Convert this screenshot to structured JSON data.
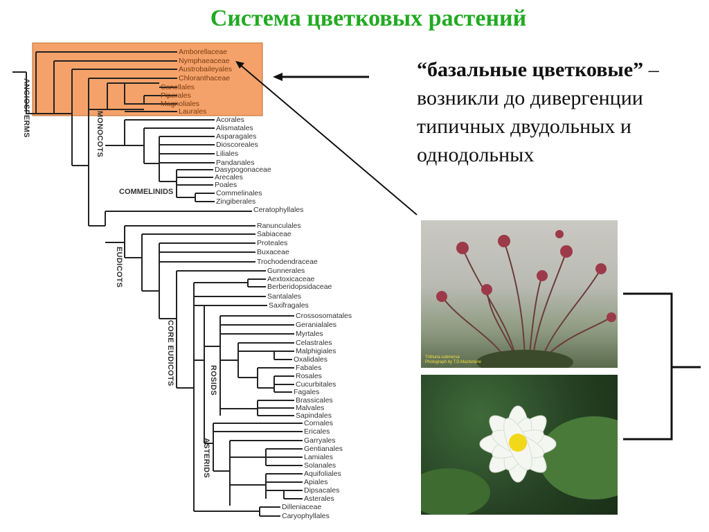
{
  "title": "Система цветковых растений",
  "description": {
    "highlight": "“базальные цветковые”",
    "rest": " – возникли до дивергенции типичных двудольных и однодольных"
  },
  "photo1_caption": {
    "line1": "Trithuria submersa",
    "line2": "Photograph by T.D.Macfarlane"
  },
  "colors": {
    "title": "#22aa22",
    "highlight_fill": "#f5a26a",
    "highlight_stroke": "#c06a2a",
    "tree": "#222222"
  },
  "groups": {
    "angiosperms": "ANGIOSPERMS",
    "monocots": "MONOCOTS",
    "commelinids": "COMMELINIDS",
    "eudicots": "EUDICOTS",
    "core_eudicots": "CORE EUDICOTS",
    "rosids": "ROSIDS",
    "asterids": "ASTERIDS"
  },
  "taxa": [
    "Amborellaceae",
    "Nymphaeaceae",
    "Austrobaileyales",
    "Chloranthaceae",
    "Canellales",
    "Piperales",
    "Magnoliales",
    "Laurales",
    "Acorales",
    "Alismatales",
    "Asparagales",
    "Dioscoreales",
    "Liliales",
    "Pandanales",
    "Dasypogonaceae",
    "Arecales",
    "Poales",
    "Commelinales",
    "Zingiberales",
    "Ceratophyllales",
    "Ranunculales",
    "Sabiaceae",
    "Proteales",
    "Buxaceae",
    "Trochodendraceae",
    "Gunnerales",
    "Aextoxicaceae",
    "Berberidopsidaceae",
    "Santalales",
    "Saxifragales",
    "Crossosomatales",
    "Geranialales",
    "Myrtales",
    "Celastrales",
    "Malphigiales",
    "Oxalidales",
    "Fabales",
    "Rosales",
    "Cucurbitales",
    "Fagales",
    "Brassicales",
    "Malvales",
    "Sapindales",
    "Cornales",
    "Ericales",
    "Garryales",
    "Gentianales",
    "Lamiales",
    "Solanales",
    "Aquifoliales",
    "Apiales",
    "Dipsacales",
    "Asterales",
    "Dilleniaceae",
    "Caryophyllales"
  ]
}
